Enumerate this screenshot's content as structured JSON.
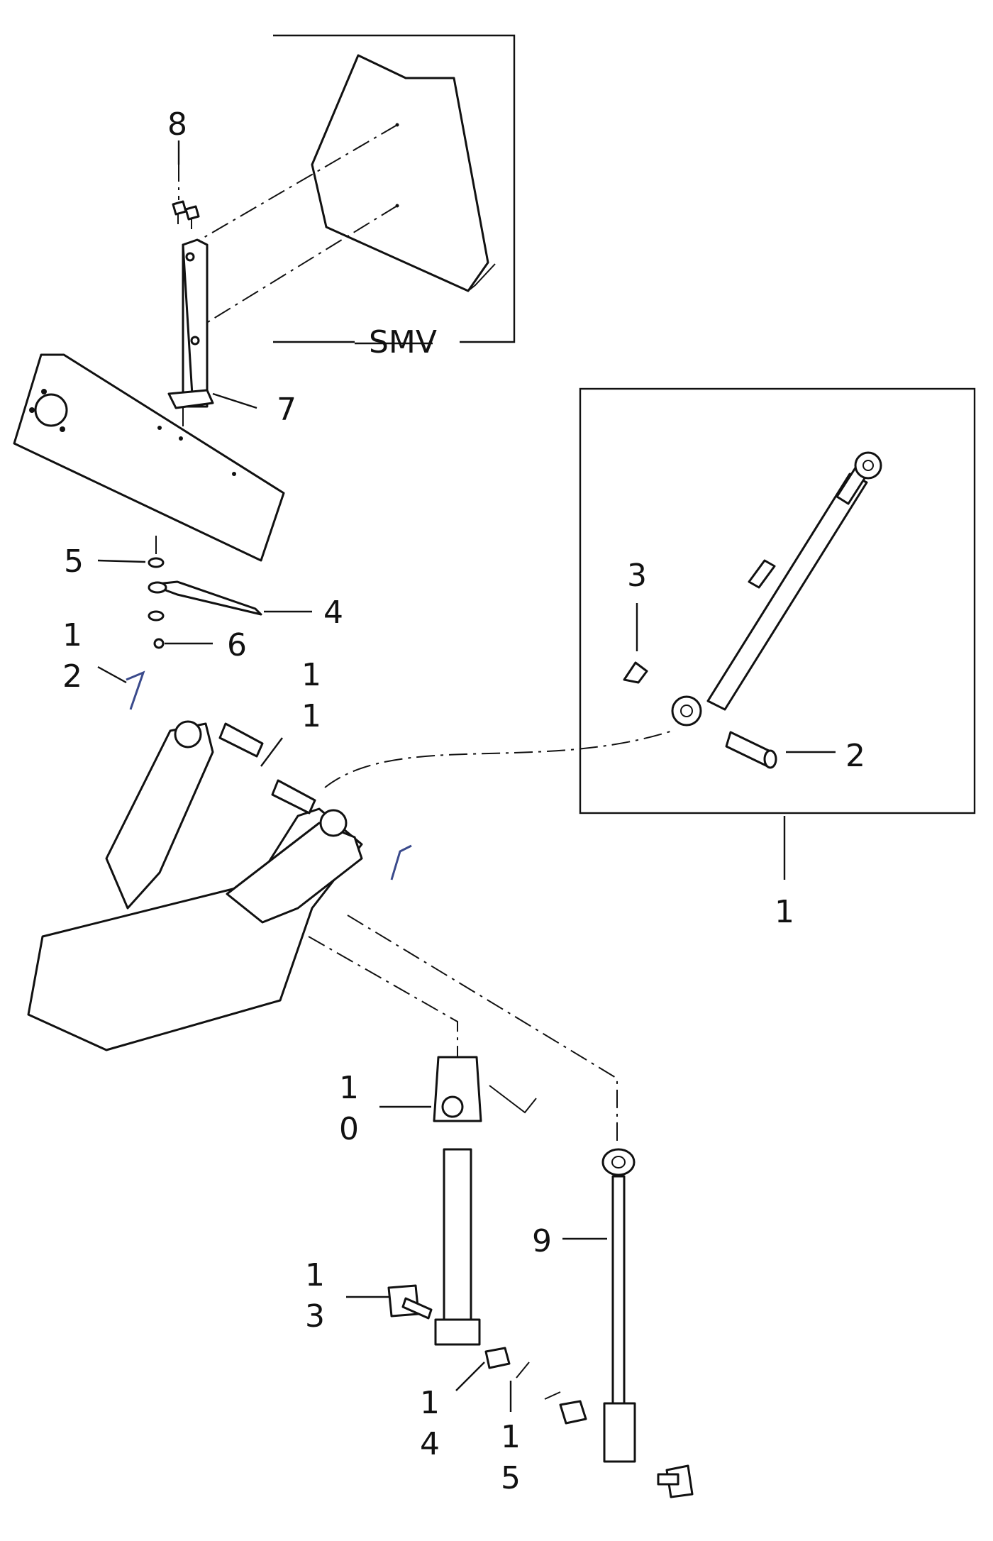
{
  "diagram": {
    "callouts": [
      {
        "id": "smv",
        "text": "SMV"
      },
      {
        "id": "c8",
        "text": "8"
      },
      {
        "id": "c7",
        "text": "7"
      },
      {
        "id": "c5",
        "text": "5"
      },
      {
        "id": "c4",
        "text": "4"
      },
      {
        "id": "c6",
        "text": "6"
      },
      {
        "id": "c12a",
        "text": "1"
      },
      {
        "id": "c12b",
        "text": "2"
      },
      {
        "id": "c11a",
        "text": "1"
      },
      {
        "id": "c11b",
        "text": "1"
      },
      {
        "id": "c3",
        "text": "3"
      },
      {
        "id": "c2",
        "text": "2"
      },
      {
        "id": "c1",
        "text": "1"
      },
      {
        "id": "c10a",
        "text": "1"
      },
      {
        "id": "c10b",
        "text": "0"
      },
      {
        "id": "c9",
        "text": "9"
      },
      {
        "id": "c13a",
        "text": "1"
      },
      {
        "id": "c13b",
        "text": "3"
      },
      {
        "id": "c14a",
        "text": "1"
      },
      {
        "id": "c14b",
        "text": "4"
      },
      {
        "id": "c15a",
        "text": "1"
      },
      {
        "id": "c15b",
        "text": "5"
      }
    ]
  }
}
